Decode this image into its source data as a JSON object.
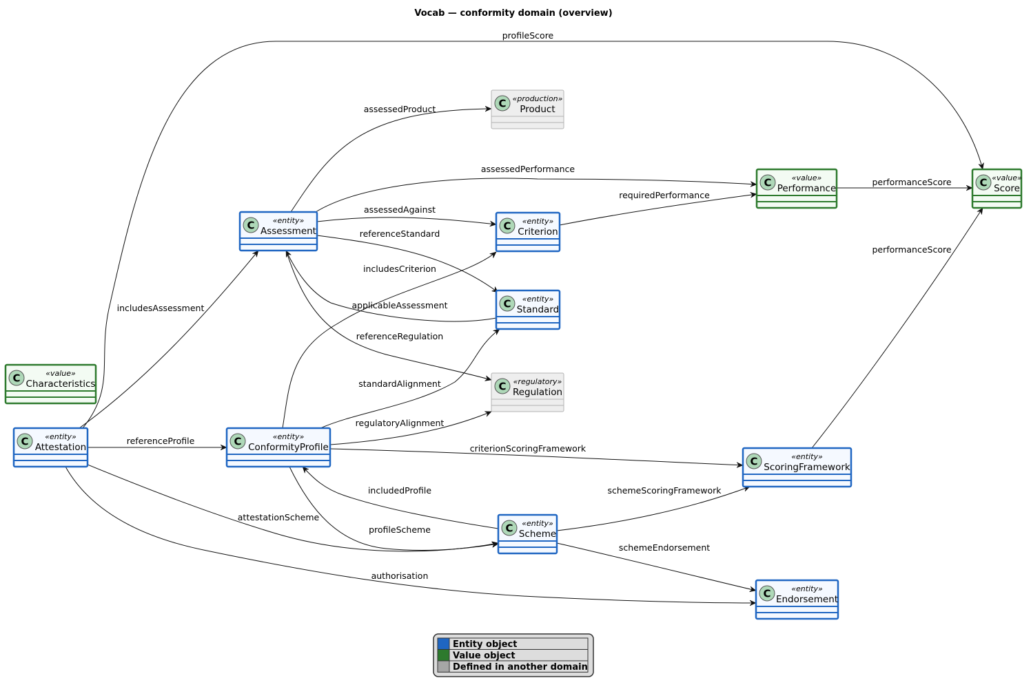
{
  "title": "Vocab — conformity domain (overview)",
  "colors": {
    "entity_border": "#1f66c2",
    "entity_fill": "#f5f9ff",
    "value_border": "#2d7a2d",
    "value_fill": "#f3fbf3",
    "external_border": "#b3b3b3",
    "external_fill": "#eeeeee",
    "circle_fill": "#aed8b8",
    "circle_stroke": "#555555",
    "legend_entity": "#1f66c2",
    "legend_value": "#2d7a2d",
    "legend_external": "#a6a6a6",
    "legend_bg": "#dddddd"
  },
  "classes": [
    {
      "id": "attestation",
      "name": "Attestation",
      "stereotype": "«entity»",
      "kind": "entity"
    },
    {
      "id": "characteristics",
      "name": "Characteristics",
      "stereotype": "«value»",
      "kind": "value"
    },
    {
      "id": "assessment",
      "name": "Assessment",
      "stereotype": "«entity»",
      "kind": "entity"
    },
    {
      "id": "conformityprofile",
      "name": "ConformityProfile",
      "stereotype": "«entity»",
      "kind": "entity"
    },
    {
      "id": "product",
      "name": "Product",
      "stereotype": "«production»",
      "kind": "external"
    },
    {
      "id": "criterion",
      "name": "Criterion",
      "stereotype": "«entity»",
      "kind": "entity"
    },
    {
      "id": "standard",
      "name": "Standard",
      "stereotype": "«entity»",
      "kind": "entity"
    },
    {
      "id": "regulation",
      "name": "Regulation",
      "stereotype": "«regulatory»",
      "kind": "external"
    },
    {
      "id": "scheme",
      "name": "Scheme",
      "stereotype": "«entity»",
      "kind": "entity"
    },
    {
      "id": "performance",
      "name": "Performance",
      "stereotype": "«value»",
      "kind": "value"
    },
    {
      "id": "scoringframework",
      "name": "ScoringFramework",
      "stereotype": "«entity»",
      "kind": "entity"
    },
    {
      "id": "endorsement",
      "name": "Endorsement",
      "stereotype": "«entity»",
      "kind": "entity"
    },
    {
      "id": "score",
      "name": "Score",
      "stereotype": "«value»",
      "kind": "value"
    }
  ],
  "relations": [
    {
      "id": "profileScore",
      "label": "profileScore",
      "from": "attestation",
      "to": "score"
    },
    {
      "id": "assessedProduct",
      "label": "assessedProduct",
      "from": "assessment",
      "to": "product"
    },
    {
      "id": "assessedPerformance",
      "label": "assessedPerformance",
      "from": "assessment",
      "to": "performance"
    },
    {
      "id": "assessedAgainst",
      "label": "assessedAgainst",
      "from": "assessment",
      "to": "criterion"
    },
    {
      "id": "referenceStandard",
      "label": "referenceStandard",
      "from": "assessment",
      "to": "standard"
    },
    {
      "id": "includesCriterion",
      "label": "includesCriterion",
      "from": "conformityprofile",
      "to": "criterion"
    },
    {
      "id": "applicableAssessment",
      "label": "applicableAssessment",
      "from": "standard",
      "to": "assessment"
    },
    {
      "id": "referenceRegulation",
      "label": "referenceRegulation",
      "from": "assessment",
      "to": "regulation"
    },
    {
      "id": "includesAssessment",
      "label": "includesAssessment",
      "from": "attestation",
      "to": "assessment"
    },
    {
      "id": "standardAlignment",
      "label": "standardAlignment",
      "from": "conformityprofile",
      "to": "standard"
    },
    {
      "id": "regulatoryAlignment",
      "label": "regulatoryAlignment",
      "from": "conformityprofile",
      "to": "regulation"
    },
    {
      "id": "referenceProfile",
      "label": "referenceProfile",
      "from": "attestation",
      "to": "conformityprofile"
    },
    {
      "id": "criterionScoringFramework",
      "label": "criterionScoringFramework",
      "from": "conformityprofile",
      "to": "scoringframework"
    },
    {
      "id": "requiredPerformance",
      "label": "requiredPerformance",
      "from": "criterion",
      "to": "performance"
    },
    {
      "id": "performanceScore1",
      "label": "performanceScore",
      "from": "performance",
      "to": "score"
    },
    {
      "id": "performanceScore2",
      "label": "performanceScore",
      "from": "scoringframework",
      "to": "score"
    },
    {
      "id": "includedProfile",
      "label": "includedProfile",
      "from": "scheme",
      "to": "conformityprofile"
    },
    {
      "id": "profileScheme",
      "label": "profileScheme",
      "from": "conformityprofile",
      "to": "scheme"
    },
    {
      "id": "attestationScheme",
      "label": "attestationScheme",
      "from": "attestation",
      "to": "scheme"
    },
    {
      "id": "schemeScoringFramework",
      "label": "schemeScoringFramework",
      "from": "scheme",
      "to": "scoringframework"
    },
    {
      "id": "schemeEndorsement",
      "label": "schemeEndorsement",
      "from": "scheme",
      "to": "endorsement"
    },
    {
      "id": "authorisation",
      "label": "authorisation",
      "from": "attestation",
      "to": "endorsement"
    }
  ],
  "legend": [
    {
      "label": "Entity object",
      "kind": "entity"
    },
    {
      "label": "Value object",
      "kind": "value"
    },
    {
      "label": "Defined in another domain",
      "kind": "external"
    }
  ]
}
